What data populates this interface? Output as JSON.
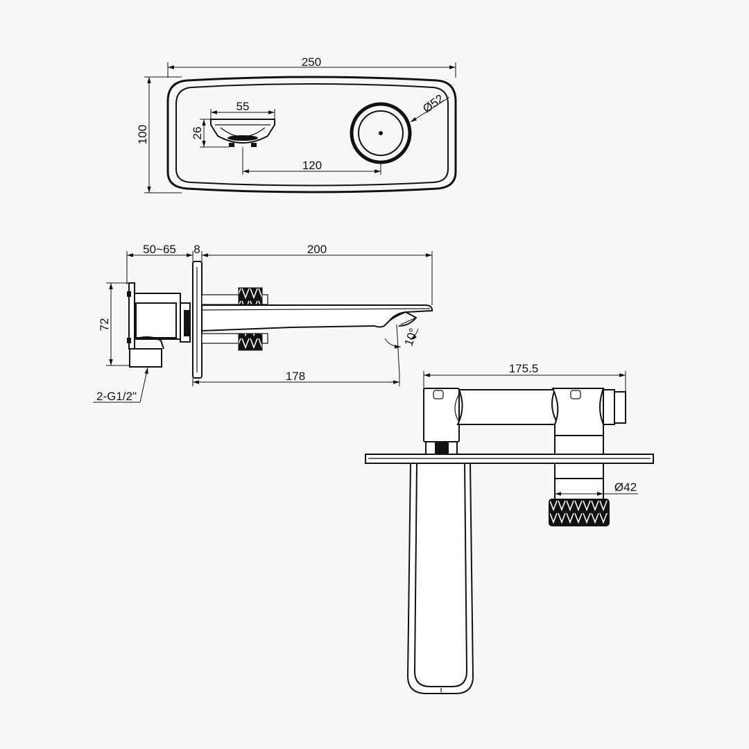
{
  "diagram": {
    "line_color": "#111111",
    "background_color": "#f7f7f7",
    "front_view": {
      "width_label": "250",
      "height_label": "100",
      "spout_width_label": "55",
      "spout_height_label": "26",
      "spacing_label": "120",
      "knob_diameter_label": "Ø52"
    },
    "side_view": {
      "wall_depth_label": "50~65",
      "plate_thickness_label": "8",
      "spout_length_label": "200",
      "body_height_label": "72",
      "projection_label": "178",
      "angle_label": "10°",
      "connection_label": "2-G1/2\""
    },
    "top_view": {
      "length_label": "175.5",
      "handle_diameter_label": "Ø42"
    }
  }
}
